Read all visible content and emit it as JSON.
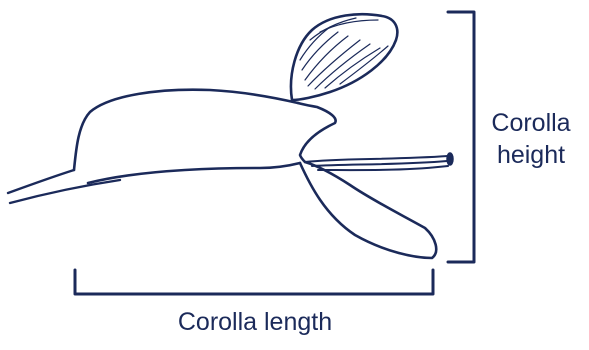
{
  "labels": {
    "height_line1": "Corolla",
    "height_line2": "height",
    "length": "Corolla length"
  },
  "colors": {
    "ink": "#1b2a5a",
    "background": "#ffffff"
  }
}
